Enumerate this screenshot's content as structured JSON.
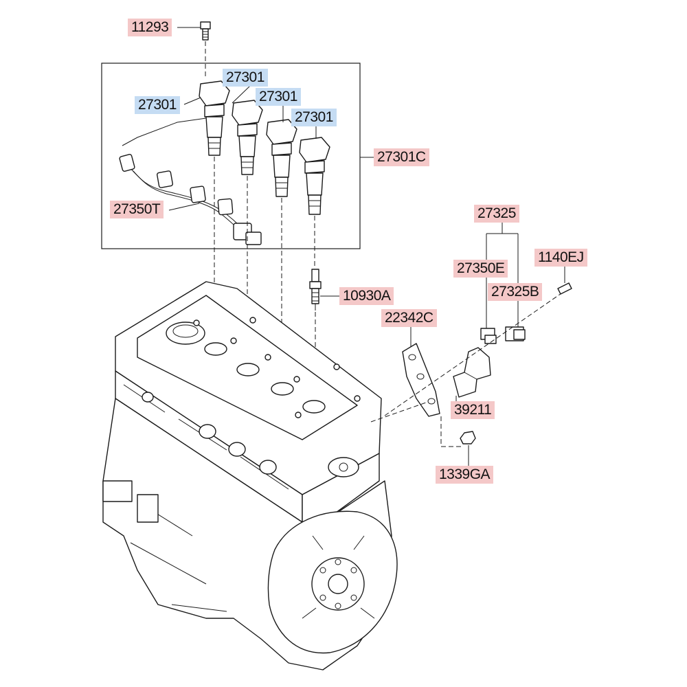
{
  "colors": {
    "red_label_bg": "#f4c8c8",
    "blue_label_bg": "#c5dcf3",
    "line": "#1a1a1a"
  },
  "callouts": {
    "bolt_top": "11293",
    "coil_1": "27301",
    "coil_2": "27301",
    "coil_3": "27301",
    "coil_4": "27301",
    "coil_assembly": "27301C",
    "wiring_harness": "27350T",
    "spark_plug": "10930A",
    "knock_sensor_assy": "27325",
    "connector": "27350E",
    "knock_sensor": "27325B",
    "bolt_right": "1140EJ",
    "bracket": "22342C",
    "sensor_bracket": "39211",
    "nut": "1339GA"
  }
}
